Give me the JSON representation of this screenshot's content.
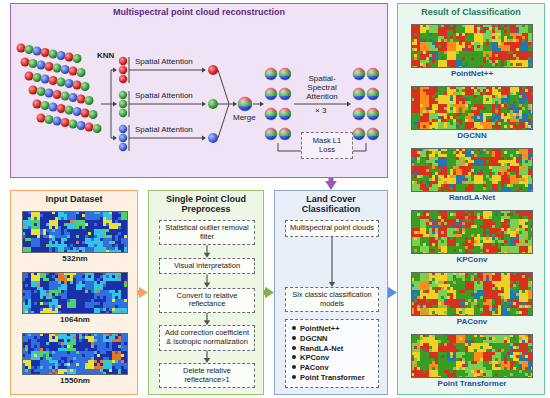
{
  "diagram": {
    "nodes": [
      {
        "text": [
          "Multispectral point cloud reconstruction"
        ]
      },
      {
        "text": [
          "Mask L1 Loss"
        ],
        "in": 0
      },
      {
        "text": [
          "Result of Classification"
        ]
      },
      {
        "text": [
          "PointNet++"
        ],
        "in": 2
      },
      {
        "text": [
          "DGCNN"
        ],
        "in": 2
      },
      {
        "text": [
          "RandLA-Net"
        ],
        "in": 2
      },
      {
        "text": [
          "KPConv"
        ],
        "in": 2
      },
      {
        "text": [
          "PAConv"
        ],
        "in": 2
      },
      {
        "text": [
          "Point Transformer"
        ],
        "in": 2
      },
      {
        "text": [
          "Input Dataset"
        ]
      },
      {
        "text": [
          "532nm"
        ],
        "in": 9
      },
      {
        "text": [
          "1064nm"
        ],
        "in": 9
      },
      {
        "text": [
          "1550nm"
        ],
        "in": 9
      },
      {
        "text": [
          "Single Point Cloud Preprocess"
        ]
      },
      {
        "text": [
          "Statistical outlier removal filter"
        ],
        "in": 13
      },
      {
        "text": [
          "Visual interpretation"
        ],
        "in": 13
      },
      {
        "text": [
          "Convert to relative reflectance"
        ],
        "in": 13
      },
      {
        "text": [
          "Add correction coefficient & isotropic normalization"
        ],
        "in": 13
      },
      {
        "text": [
          "Delete relative reflectance>1"
        ],
        "in": 13
      },
      {
        "text": [
          "Land Cover Classification"
        ]
      },
      {
        "text": [
          "Multispectral point clouds"
        ],
        "in": 19
      },
      {
        "text": [
          "Six classic classification models"
        ],
        "in": 19
      },
      {
        "text": [
          "PointNet++",
          "DGCNN",
          "RandLA-Net",
          "KPConv",
          "PAConv",
          "Point Transformer"
        ],
        "in": 19
      }
    ],
    "edges": [
      {
        "from": 0,
        "to": 19,
        "arrow": "to"
      },
      {
        "from": 9,
        "to": 13,
        "arrow": "to"
      },
      {
        "from": 13,
        "to": 19,
        "arrow": "to"
      },
      {
        "from": 19,
        "to": 2,
        "arrow": "to"
      },
      {
        "from": 14,
        "to": 15,
        "arrow": "to"
      },
      {
        "from": 15,
        "to": 16,
        "arrow": "to"
      },
      {
        "from": 16,
        "to": 17,
        "arrow": "to"
      },
      {
        "from": 17,
        "to": 18,
        "arrow": "to"
      },
      {
        "from": 20,
        "to": 21,
        "arrow": "to"
      }
    ],
    "labels": [
      "KNN",
      "Spatial Attention",
      "Spatial Attention",
      "Spatial Attention",
      "Merge",
      "Spatial-Spectral Attention",
      "× 3"
    ]
  }
}
